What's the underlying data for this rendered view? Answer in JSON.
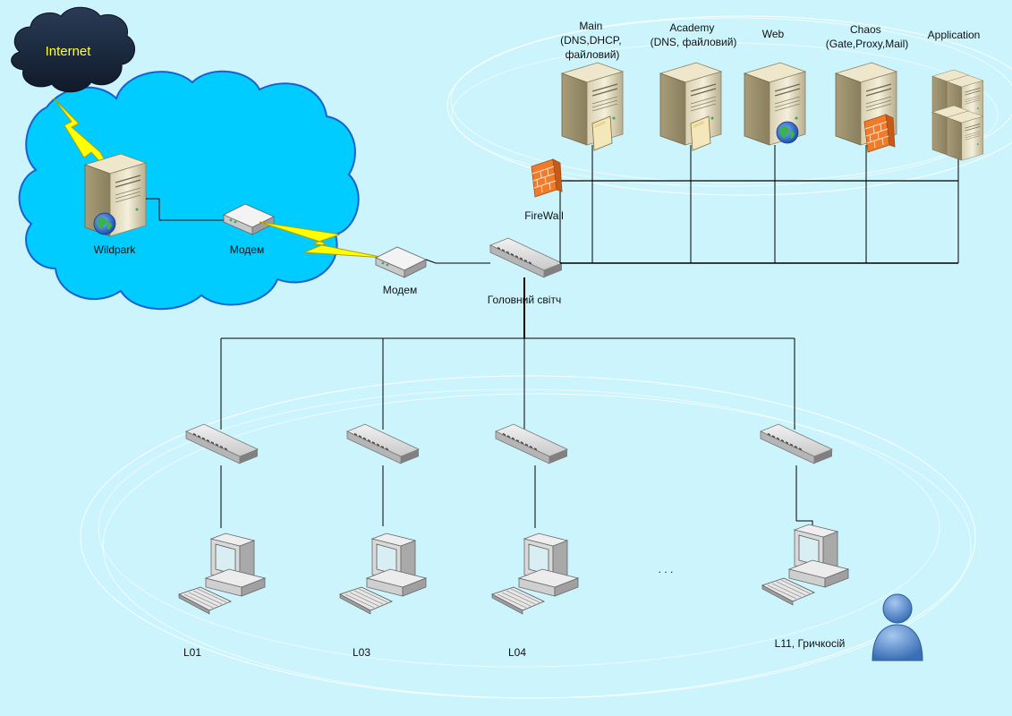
{
  "internet": {
    "label": "Internet",
    "label_color": "#ffff33"
  },
  "isp": {
    "server_label": "Wildpark",
    "modem_label": "Модем"
  },
  "local_modem": {
    "label": "Модем"
  },
  "main_switch": {
    "label": "Головний світч"
  },
  "firewall": {
    "label": "FireWall"
  },
  "servers": [
    {
      "lines": [
        "Main",
        "(DNS,DHCP,",
        "файловий)"
      ],
      "icon": "folder-server-icon"
    },
    {
      "lines": [
        "Academy",
        "(DNS, файловий)"
      ],
      "icon": "folder-server-icon"
    },
    {
      "lines": [
        "Web"
      ],
      "icon": "globe-server-icon"
    },
    {
      "lines": [
        "Chaos",
        "(Gate,Proxy,Mail)"
      ],
      "icon": "firewall-server-icon"
    },
    {
      "lines": [
        "Application"
      ],
      "icon": "server-rack-icon"
    }
  ],
  "labs": [
    {
      "label": "L01"
    },
    {
      "label": "L03"
    },
    {
      "label": "L04"
    },
    {
      "label": "L11, Гричкосій"
    }
  ],
  "ellipsis": ". . .",
  "colors": {
    "background": "#ccf4fc",
    "cloud": "#00ccff",
    "lightning": "#ffff00",
    "line": "#000000"
  }
}
